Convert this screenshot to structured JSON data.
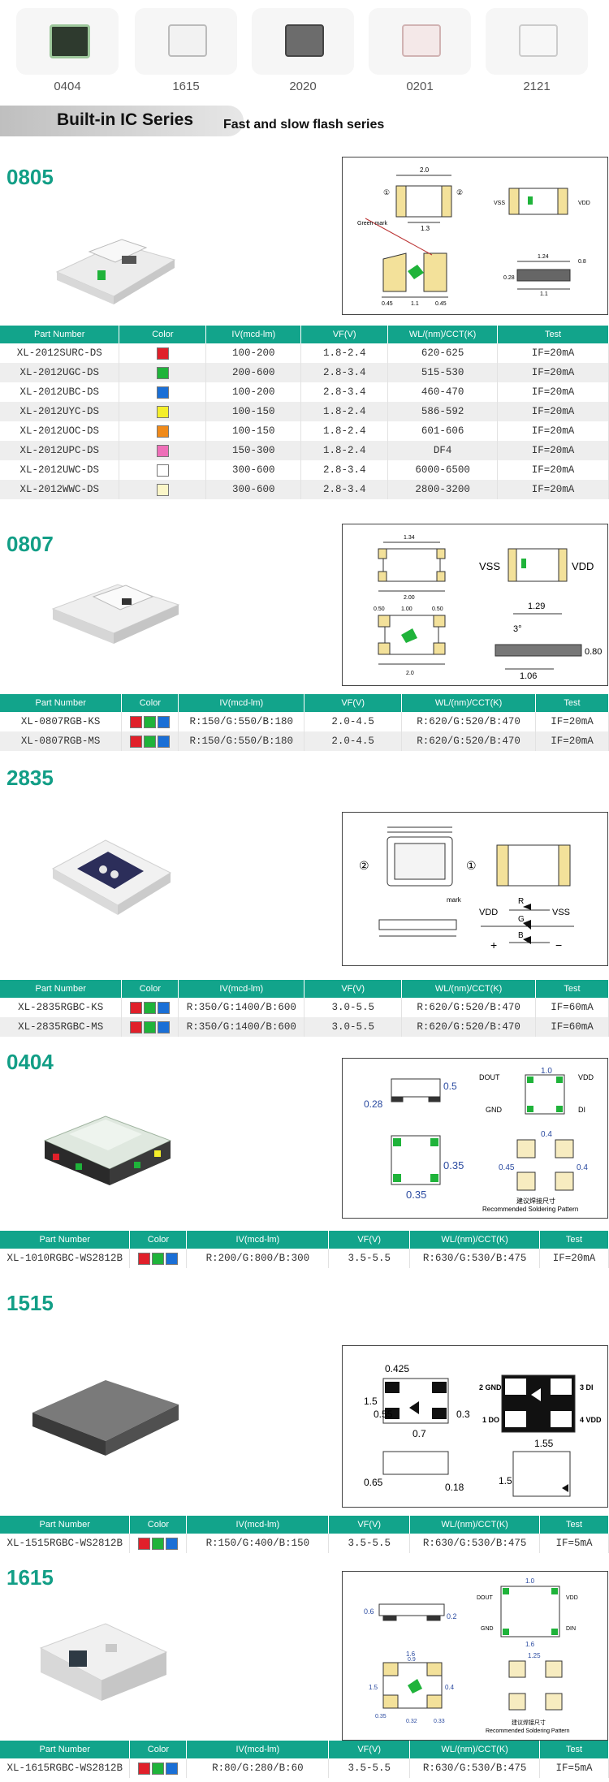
{
  "thumbnails": [
    {
      "label": "0404"
    },
    {
      "label": "1615"
    },
    {
      "label": "2020"
    },
    {
      "label": "0201"
    },
    {
      "label": "2121"
    }
  ],
  "banner": {
    "title": "Built-in IC Series",
    "subtitle": "Fast and slow flash series"
  },
  "colors": {
    "teal": "#12a48b",
    "heading_teal": "#129e86",
    "red": "#e0202a",
    "green": "#1fb33a",
    "blue": "#1a6fd6",
    "yellow": "#f4ee2a",
    "orange": "#f08a1a",
    "pink": "#ee6fb8",
    "white": "#ffffff",
    "warm_white": "#fbf6c8"
  },
  "headers_standard": [
    "Part Number",
    "Color",
    "IV(mcd-lm)",
    "VF(V)",
    "WL/(nm)/CCT(K)",
    "Test"
  ],
  "sections": {
    "s0805": {
      "title": "0805",
      "drawing": {
        "dim_top": "2.0",
        "dim_mid": "1.3",
        "green_mark": "Green mark",
        "vdd": "VDD",
        "vss": "VSS",
        "dim_124": "1.24",
        "dim_08": "0.8",
        "dim_028": "0.28",
        "dim_11a": "1.1",
        "dim_045a": "0.45",
        "dim_11b": "1.1",
        "dim_045b": "0.45",
        "c1": "①",
        "c2": "②"
      },
      "rows": [
        {
          "part": "XL-2012SURC-DS",
          "swatches": [
            "red"
          ],
          "iv": "100-200",
          "vf": "1.8-2.4",
          "wl": "620-625",
          "test": "IF=20mA"
        },
        {
          "part": "XL-2012UGC-DS",
          "swatches": [
            "green"
          ],
          "iv": "200-600",
          "vf": "2.8-3.4",
          "wl": "515-530",
          "test": "IF=20mA"
        },
        {
          "part": "XL-2012UBC-DS",
          "swatches": [
            "blue"
          ],
          "iv": "100-200",
          "vf": "2.8-3.4",
          "wl": "460-470",
          "test": "IF=20mA"
        },
        {
          "part": "XL-2012UYC-DS",
          "swatches": [
            "yellow"
          ],
          "iv": "100-150",
          "vf": "1.8-2.4",
          "wl": "586-592",
          "test": "IF=20mA"
        },
        {
          "part": "XL-2012UOC-DS",
          "swatches": [
            "orange"
          ],
          "iv": "100-150",
          "vf": "1.8-2.4",
          "wl": "601-606",
          "test": "IF=20mA"
        },
        {
          "part": "XL-2012UPC-DS",
          "swatches": [
            "pink"
          ],
          "iv": "150-300",
          "vf": "1.8-2.4",
          "wl": "DF4",
          "test": "IF=20mA"
        },
        {
          "part": "XL-2012UWC-DS",
          "swatches": [
            "white"
          ],
          "iv": "300-600",
          "vf": "2.8-3.4",
          "wl": "6000-6500",
          "test": "IF=20mA"
        },
        {
          "part": "XL-2012WWC-DS",
          "swatches": [
            "warm_white"
          ],
          "iv": "300-600",
          "vf": "2.8-3.4",
          "wl": "2800-3200",
          "test": "IF=20mA"
        }
      ]
    },
    "s0807": {
      "title": "0807",
      "drawing": {
        "dim_134": "1.34",
        "dim_200": "2.00",
        "vss": "VSS",
        "vdd": "VDD",
        "dim_050a": "0.50",
        "dim_100": "1.00",
        "dim_050b": "0.50",
        "dim_20": "2.0",
        "dim_129": "1.29",
        "dim_3deg": "3°",
        "dim_080": "0.80",
        "dim_106": "1.06"
      },
      "rows": [
        {
          "part": "XL-0807RGB-KS",
          "swatches": [
            "red",
            "green",
            "blue"
          ],
          "iv": "R:150/G:550/B:180",
          "vf": "2.0-4.5",
          "wl": "R:620/G:520/B:470",
          "test": "IF=20mA"
        },
        {
          "part": "XL-0807RGB-MS",
          "swatches": [
            "red",
            "green",
            "blue"
          ],
          "iv": "R:150/G:550/B:180",
          "vf": "2.0-4.5",
          "wl": "R:620/G:520/B:470",
          "test": "IF=20mA"
        }
      ]
    },
    "s2835": {
      "title": "2835",
      "drawing": {
        "c2": "②",
        "c1": "①",
        "mark": "mark",
        "vdd": "VDD",
        "vss": "VSS",
        "r": "R",
        "g": "G",
        "b": "B",
        "plus": "+",
        "minus": "−"
      },
      "rows": [
        {
          "part": "XL-2835RGBC-KS",
          "swatches": [
            "red",
            "green",
            "blue"
          ],
          "iv": "R:350/G:1400/B:600",
          "vf": "3.0-5.5",
          "wl": "R:620/G:520/B:470",
          "test": "IF=60mA"
        },
        {
          "part": "XL-2835RGBC-MS",
          "swatches": [
            "red",
            "green",
            "blue"
          ],
          "iv": "R:350/G:1400/B:600",
          "vf": "3.0-5.5",
          "wl": "R:620/G:520/B:470",
          "test": "IF=60mA"
        }
      ]
    },
    "s0404": {
      "title": "0404",
      "drawing": {
        "dim_028": "0.28",
        "dim_05": "0.5",
        "dout": "DOUT",
        "dim_10": "1.0",
        "vdd": "VDD",
        "gnd": "GND",
        "di": "DI",
        "dim_035a": "0.35",
        "dim_035b": "0.35",
        "dim_04a": "0.4",
        "dim_045": "0.45",
        "dim_04b": "0.4",
        "rec_cn": "建议焊接尺寸",
        "rec_en": "Recommended Soldering Pattern"
      },
      "rows": [
        {
          "part": "XL-1010RGBC-WS2812B",
          "swatches": [
            "red",
            "green",
            "blue"
          ],
          "iv": "R:200/G:800/B:300",
          "vf": "3.5-5.5",
          "wl": "R:630/G:530/B:475",
          "test": "IF=20mA"
        }
      ]
    },
    "s1515": {
      "title": "1515",
      "drawing": {
        "dim_0425": "0.425",
        "dim_15a": "1.5",
        "dim_055": "0.55",
        "dim_07": "0.7",
        "dim_03": "0.3",
        "gnd2": "2 GND",
        "di3": "3 DI",
        "do1": "1 DO",
        "vdd4": "4 VDD",
        "dim_155": "1.55",
        "dim_065": "0.65",
        "dim_018": "0.18",
        "dim_15b": "1.5"
      },
      "rows": [
        {
          "part": "XL-1515RGBC-WS2812B",
          "swatches": [
            "red",
            "green",
            "blue"
          ],
          "iv": "R:150/G:400/B:150",
          "vf": "3.5-5.5",
          "wl": "R:630/G:530/B:475",
          "test": "IF=5mA"
        }
      ]
    },
    "s1615": {
      "title": "1615",
      "drawing": {
        "dim_06": "0.6",
        "dim_02": "0.2",
        "dim_10": "1.0",
        "dout": "DOUT",
        "vdd": "VDD",
        "gnd": "GND",
        "din": "DIN",
        "dim_16a": "1.6",
        "dim_16b": "1.6",
        "dim_09": "0.9",
        "dim_15": "1.5",
        "dim_04": "0.4",
        "dim_035": "0.35",
        "dim_032": "0.32",
        "dim_033": "0.33",
        "dim_125": "1.25",
        "rec_cn": "建议焊接尺寸",
        "rec_en": "Recommended Soldering Pattern"
      },
      "rows": [
        {
          "part": "XL-1615RGBC-WS2812B",
          "swatches": [
            "red",
            "green",
            "blue"
          ],
          "iv": "R:80/G:280/B:60",
          "vf": "3.5-5.5",
          "wl": "R:630/G:530/B:475",
          "test": "IF=5mA"
        }
      ]
    }
  }
}
